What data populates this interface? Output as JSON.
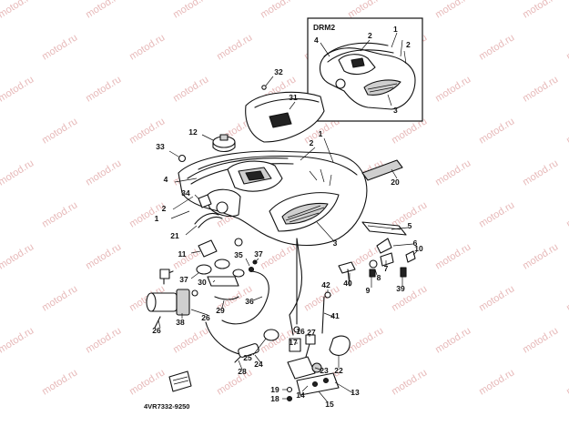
{
  "diagram": {
    "inset_title": "DRM2",
    "inset_callouts": [
      "4",
      "2",
      "1",
      "2",
      "3"
    ],
    "part_code": "4VR7332-9250",
    "watermark_text": "motod.ru",
    "callouts": [
      "1",
      "2",
      "3",
      "4",
      "5",
      "6",
      "7",
      "8",
      "9",
      "10",
      "11",
      "12",
      "13",
      "14",
      "15",
      "16",
      "17",
      "18",
      "19",
      "20",
      "21",
      "22",
      "23",
      "24",
      "25",
      "26",
      "27",
      "28",
      "29",
      "30",
      "31",
      "32",
      "33",
      "34",
      "35",
      "36",
      "37",
      "38",
      "39",
      "40",
      "41",
      "42"
    ]
  },
  "colors": {
    "line": "#111111",
    "watermark": "#e7b9b9",
    "background": "#ffffff"
  }
}
